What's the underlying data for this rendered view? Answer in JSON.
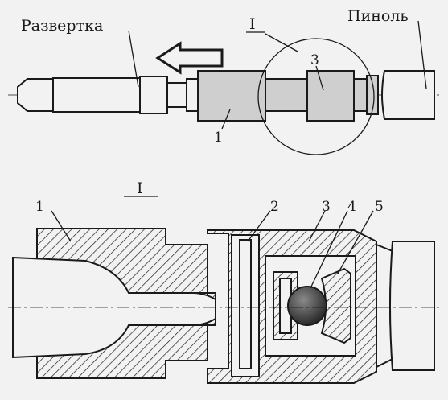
{
  "labels": {
    "reamer": "Развертка",
    "quill": "Пиноль",
    "detail_mark_top": "I",
    "detail_mark_bottom": "I",
    "part_1_top": "1",
    "part_3_top": "3",
    "part_1": "1",
    "part_2": "2",
    "part_3": "3",
    "part_4": "4",
    "part_5": "5"
  },
  "colors": {
    "paper": "#f2f2f2",
    "ink": "#1a1a1a",
    "shade": "#cfcfcf",
    "ball": "#3a3a3a"
  }
}
